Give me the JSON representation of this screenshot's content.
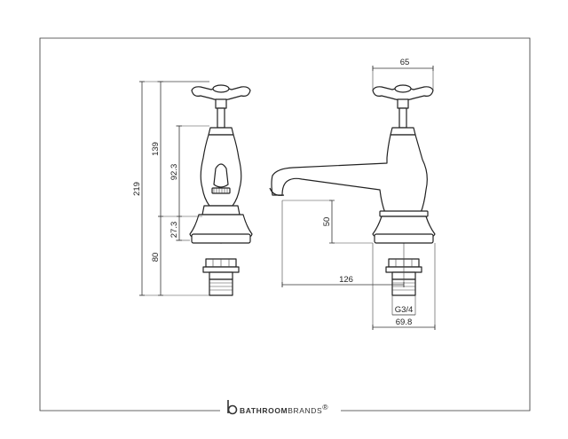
{
  "dimensions": {
    "overall_height": "219",
    "upper_height": "139",
    "body_height": "92.3",
    "base_height": "27.3",
    "shank_length": "80",
    "head_width": "65",
    "spout_height": "50",
    "spout_reach": "126",
    "thread": "G3/4",
    "base_width": "69.8"
  },
  "brand": {
    "name_bold": "BATHROOM",
    "name_regular": "BRANDS",
    "registered": "®"
  },
  "colors": {
    "line": "#222222",
    "background": "#ffffff"
  },
  "icons": {
    "logo": "b-logo-icon"
  }
}
